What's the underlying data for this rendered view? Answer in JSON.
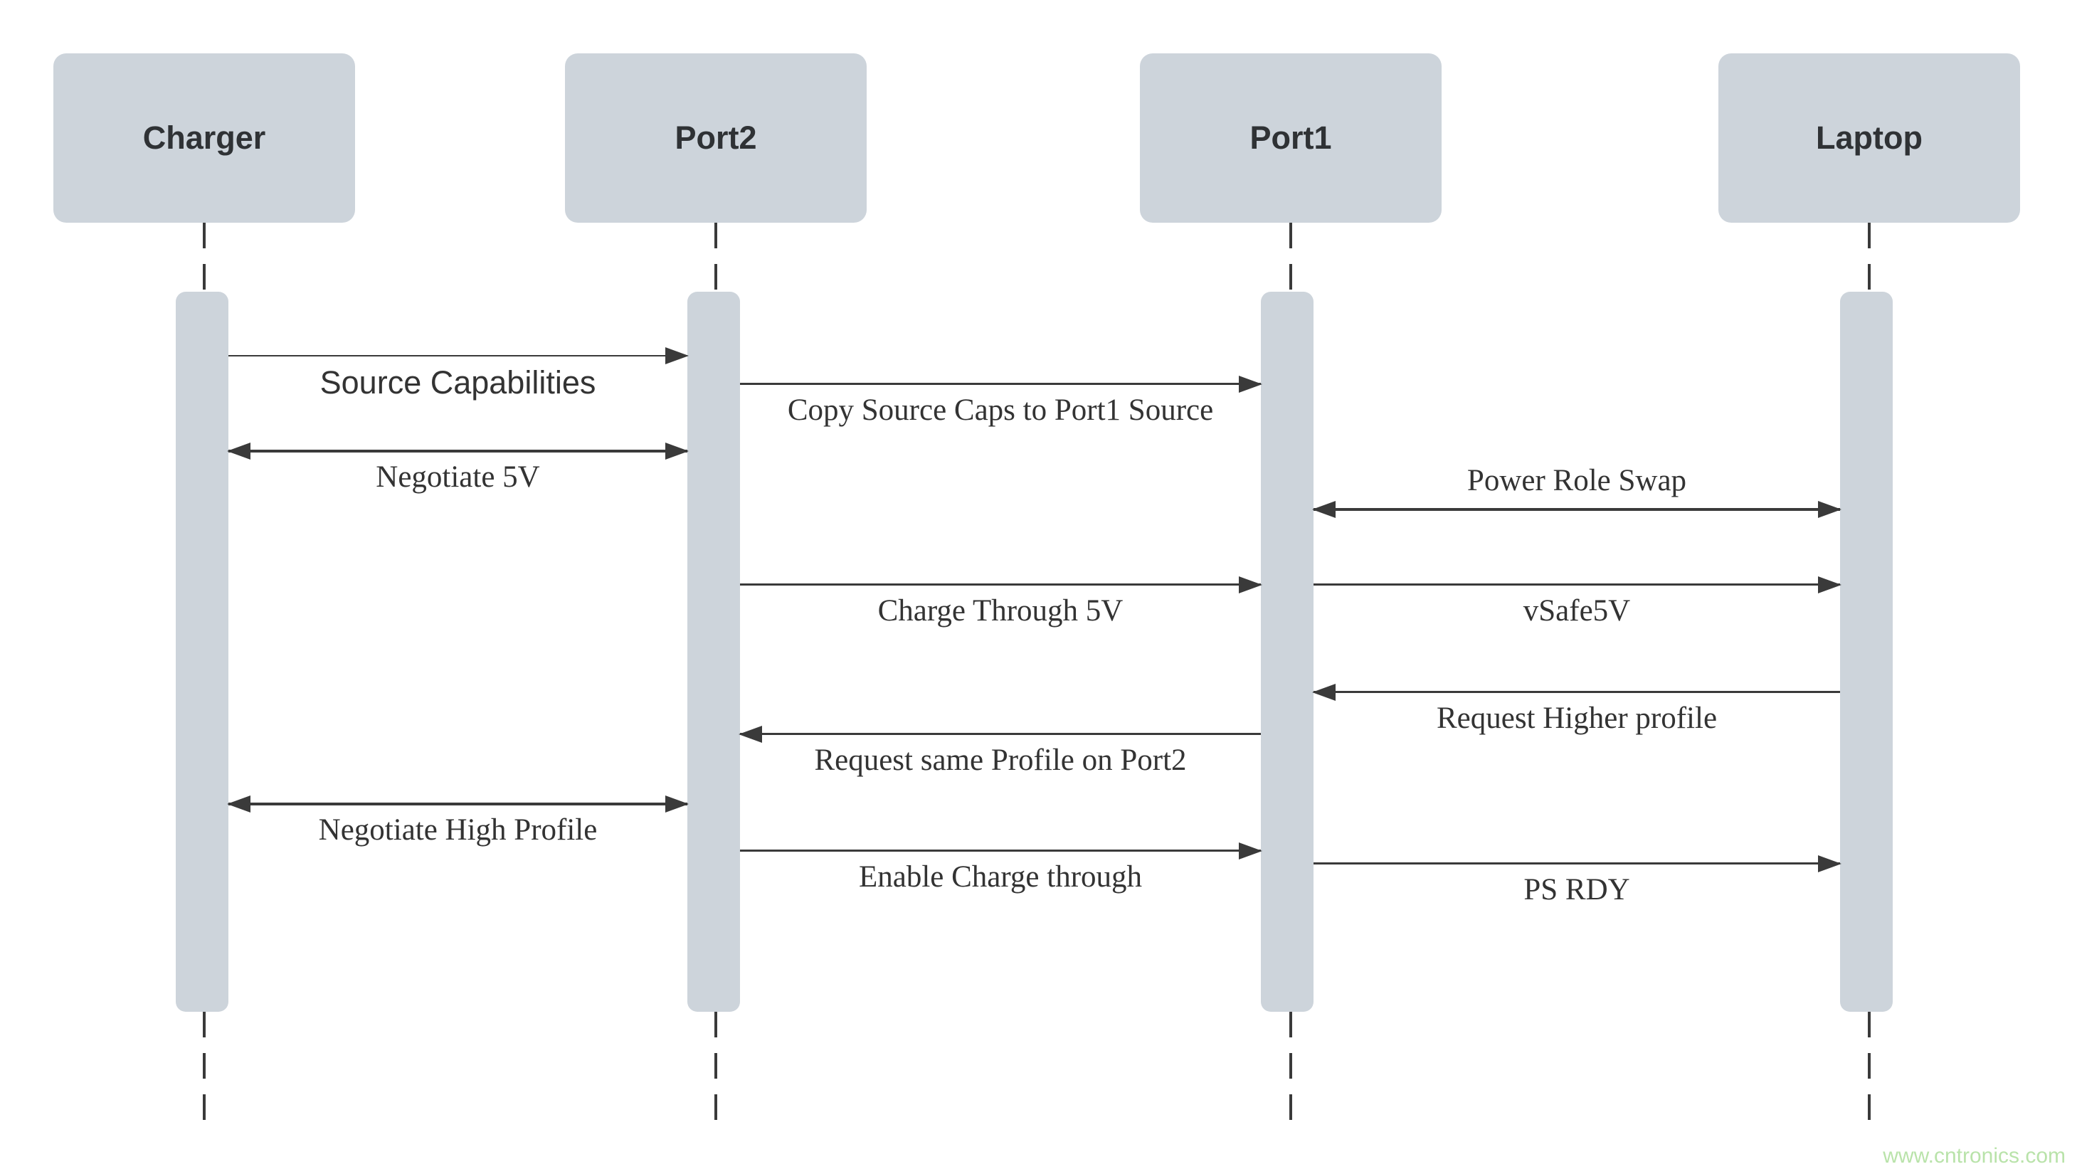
{
  "actors": [
    {
      "name": "Charger"
    },
    {
      "name": "Port2"
    },
    {
      "name": "Port1"
    },
    {
      "name": "Laptop"
    }
  ],
  "messages": [
    {
      "label": "Source Capabilities",
      "from": "Charger",
      "to": "Port2",
      "arrow": "right"
    },
    {
      "label": "Copy Source Caps to Port1 Source",
      "from": "Port2",
      "to": "Port1",
      "arrow": "right"
    },
    {
      "label": "Negotiate 5V",
      "from": "Charger",
      "to": "Port2",
      "arrow": "both"
    },
    {
      "label": "Power Role Swap",
      "from": "Port1",
      "to": "Laptop",
      "arrow": "both"
    },
    {
      "label": "Charge Through 5V",
      "from": "Port2",
      "to": "Port1",
      "arrow": "right"
    },
    {
      "label": "vSafe5V",
      "from": "Port1",
      "to": "Laptop",
      "arrow": "right"
    },
    {
      "label": "Request Higher profile",
      "from": "Laptop",
      "to": "Port1",
      "arrow": "left"
    },
    {
      "label": "Request same Profile on Port2",
      "from": "Port1",
      "to": "Port2",
      "arrow": "left"
    },
    {
      "label": "Negotiate High Profile",
      "from": "Charger",
      "to": "Port2",
      "arrow": "both"
    },
    {
      "label": "Enable Charge through",
      "from": "Port2",
      "to": "Port1",
      "arrow": "right"
    },
    {
      "label": "PS RDY",
      "from": "Port1",
      "to": "Laptop",
      "arrow": "right"
    }
  ],
  "watermark": "www.cntronics.com",
  "colors": {
    "actor_fill": "#cdd4db",
    "line": "#3a3a3a",
    "message_text": "#333333",
    "title_text": "#2f3235",
    "watermark_text": "#b9e3aa"
  }
}
